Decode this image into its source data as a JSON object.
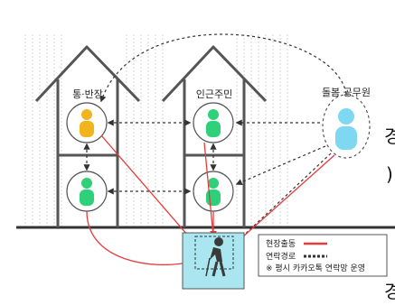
{
  "labels": {
    "building_left": "통·반장",
    "building_mid": "인근주민",
    "official": "돌봄 공무원"
  },
  "legend": {
    "on_site": "현장출동",
    "contact_path": "연락경로",
    "kakao_note": "※ 평시 카카오톡 연락망 운영"
  },
  "edge_chars": [
    "경",
    ")",
    "경"
  ],
  "colors": {
    "leader": "#f2b41c",
    "resident": "#2fd07a",
    "official": "#7fd8f2",
    "emergency": "#e53b3b",
    "water": "#a9e6ef",
    "roof": "#555555"
  },
  "icons": [
    "person-icon",
    "elderly-person-icon"
  ]
}
